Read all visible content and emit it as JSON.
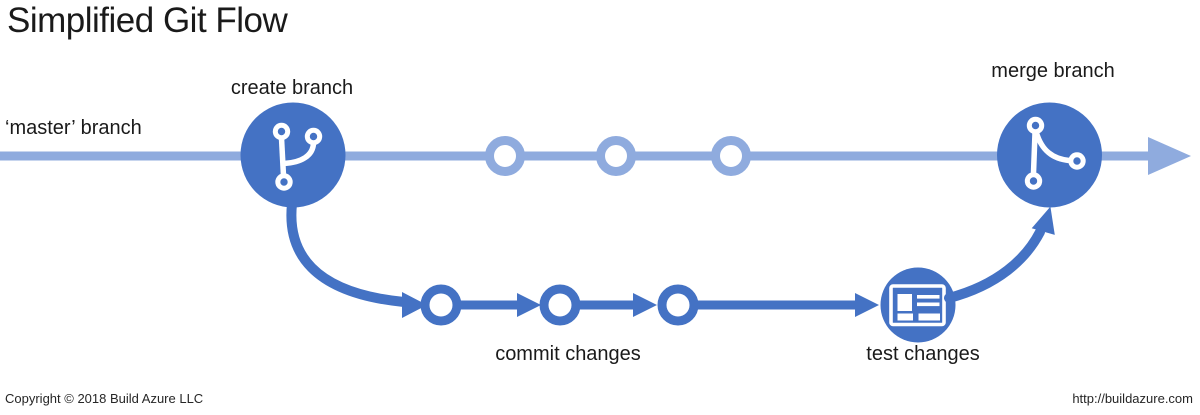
{
  "title": "Simplified Git Flow",
  "labels": {
    "master_branch": "‘master’ branch",
    "create_branch": "create branch",
    "merge_branch": "merge branch",
    "commit_changes": "commit changes",
    "test_changes": "test changes"
  },
  "footer": {
    "copyright": "Copyright © 2018 Build Azure LLC",
    "url": "http://buildazure.com"
  },
  "colors": {
    "primary_blue": "#4472C4",
    "light_blue": "#8FABDE",
    "icon_white": "#FFFFFF",
    "text": "#1A1A1A"
  },
  "diagram": {
    "master_branch": {
      "label": "‘master’ branch",
      "commit_count": 3,
      "direction": "left-to-right-arrow"
    },
    "feature_branch": {
      "commit_count": 3
    },
    "nodes": [
      {
        "name": "create-branch-node",
        "icon": "git-branch-icon",
        "label": "create branch"
      },
      {
        "name": "test-changes-node",
        "icon": "browser-window-icon",
        "label": "test changes"
      },
      {
        "name": "merge-branch-node",
        "icon": "git-merge-icon",
        "label": "merge branch"
      }
    ]
  }
}
